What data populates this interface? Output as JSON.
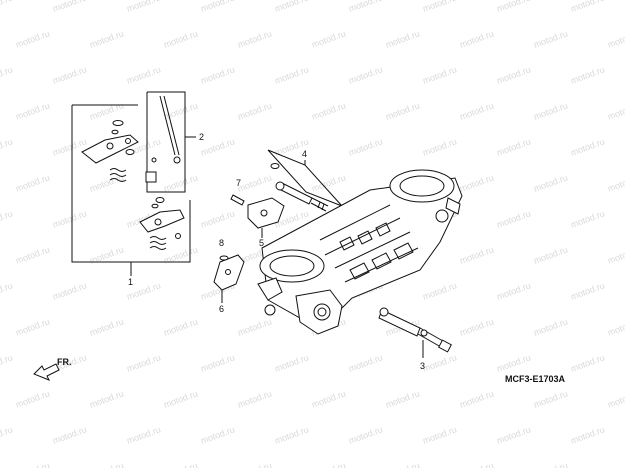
{
  "diagram": {
    "callouts": [
      {
        "id": "1",
        "label": "1"
      },
      {
        "id": "2",
        "label": "2"
      },
      {
        "id": "3",
        "label": "3"
      },
      {
        "id": "4",
        "label": "4"
      },
      {
        "id": "5",
        "label": "5"
      },
      {
        "id": "6",
        "label": "6"
      },
      {
        "id": "7",
        "label": "7"
      },
      {
        "id": "8",
        "label": "8"
      }
    ],
    "diagram_code": "MCF3-E1703A",
    "front_indicator": "FR.",
    "watermark": "motod.ru"
  }
}
